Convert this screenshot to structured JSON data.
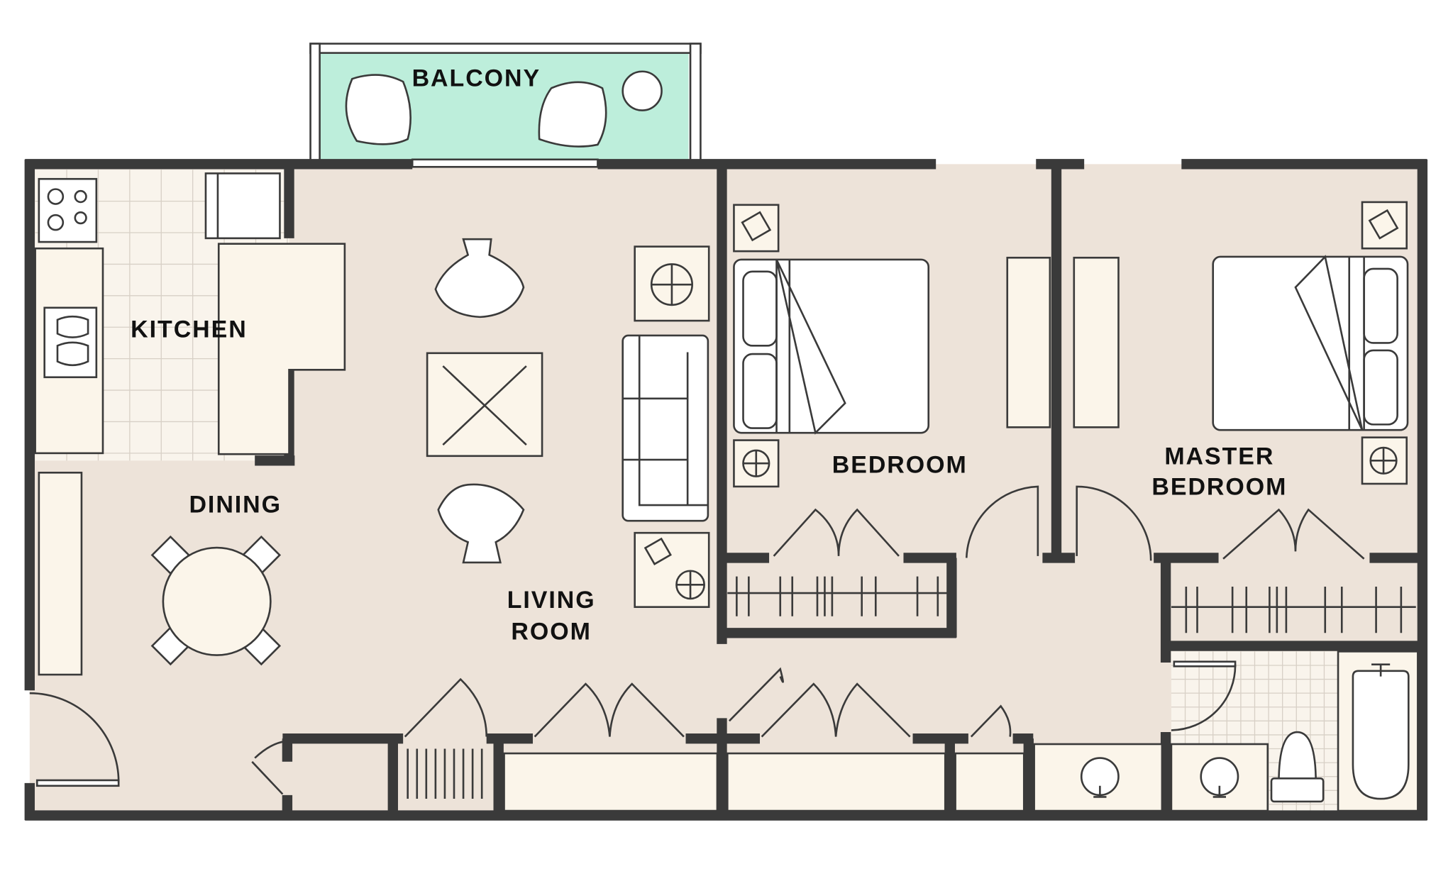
{
  "plan": {
    "rooms": {
      "balcony": "BALCONY",
      "kitchen": "KITCHEN",
      "dining": "DINING",
      "living_line1": "LIVING",
      "living_line2": "ROOM",
      "bedroom": "BEDROOM",
      "master_line1": "MASTER",
      "master_line2": "BEDROOM"
    },
    "colors": {
      "wall": "#3a3a3a",
      "floor": "#ede3d9",
      "tile": "#f9f4ec",
      "balcony": "#bdeedb",
      "fixture": "#fbf5ea"
    }
  }
}
